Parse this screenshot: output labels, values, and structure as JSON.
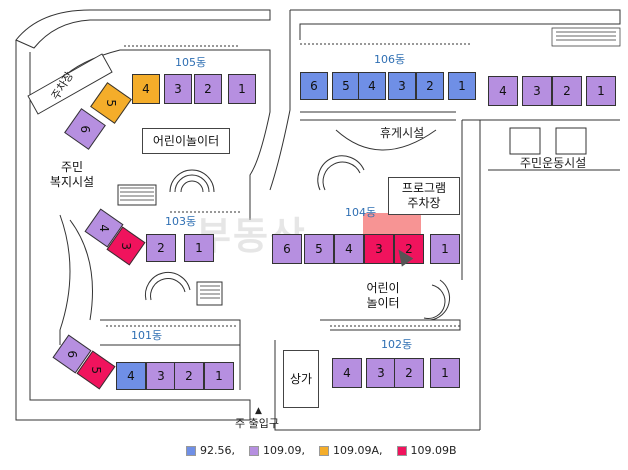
{
  "map": {
    "buildings": {
      "b105": "105동",
      "b106": "106동",
      "b103": "103동",
      "b104": "104동",
      "b101": "101동",
      "b102": "102동"
    },
    "facilities": {
      "parking_left": "주차장",
      "playground_top": "어린이놀이터",
      "rest_area": "휴게시설",
      "community_line1": "주민",
      "community_line2": "복지시설",
      "sports": "주민운동시설",
      "program_parking_line1": "프로그램",
      "program_parking_line2": "주차장",
      "playground_mid_line1": "어린이",
      "playground_mid_line2": "놀이터",
      "store": "상가",
      "main_entrance": "주 출입구",
      "entrance_marker": "▲"
    },
    "units": {
      "b105": [
        {
          "label": "6",
          "type": "purple"
        },
        {
          "label": "5",
          "type": "orange"
        },
        {
          "label": "4",
          "type": "orange"
        },
        {
          "label": "3",
          "type": "purple"
        },
        {
          "label": "2",
          "type": "purple"
        },
        {
          "label": "1",
          "type": "purple"
        }
      ],
      "b106_blue": [
        {
          "label": "6",
          "type": "blue"
        },
        {
          "label": "5",
          "type": "blue"
        },
        {
          "label": "4",
          "type": "blue"
        },
        {
          "label": "3",
          "type": "blue"
        },
        {
          "label": "2",
          "type": "blue"
        },
        {
          "label": "1",
          "type": "blue"
        }
      ],
      "b106_purple": [
        {
          "label": "4",
          "type": "purple"
        },
        {
          "label": "3",
          "type": "purple"
        },
        {
          "label": "2",
          "type": "purple"
        },
        {
          "label": "1",
          "type": "purple"
        }
      ],
      "b103": [
        {
          "label": "4",
          "type": "purple"
        },
        {
          "label": "3",
          "type": "red"
        },
        {
          "label": "2",
          "type": "purple"
        },
        {
          "label": "1",
          "type": "purple"
        }
      ],
      "b104": [
        {
          "label": "6",
          "type": "purple"
        },
        {
          "label": "5",
          "type": "purple"
        },
        {
          "label": "4",
          "type": "purple"
        },
        {
          "label": "3",
          "type": "red"
        },
        {
          "label": "2",
          "type": "red"
        },
        {
          "label": "1",
          "type": "purple"
        }
      ],
      "b101": [
        {
          "label": "6",
          "type": "purple"
        },
        {
          "label": "5",
          "type": "red"
        },
        {
          "label": "4",
          "type": "blue"
        },
        {
          "label": "3",
          "type": "purple"
        },
        {
          "label": "2",
          "type": "purple"
        },
        {
          "label": "1",
          "type": "purple"
        }
      ],
      "b102": [
        {
          "label": "4",
          "type": "purple"
        },
        {
          "label": "3",
          "type": "purple"
        },
        {
          "label": "2",
          "type": "purple"
        },
        {
          "label": "1",
          "type": "purple"
        }
      ]
    },
    "legend": [
      {
        "label": "92.56,",
        "color": "#6f8fe6"
      },
      {
        "label": "109.09,",
        "color": "#b68fe0"
      },
      {
        "label": "109.09A,",
        "color": "#f4ad2a"
      },
      {
        "label": "109.09B",
        "color": "#f0135d"
      }
    ],
    "watermark": "부동산"
  }
}
